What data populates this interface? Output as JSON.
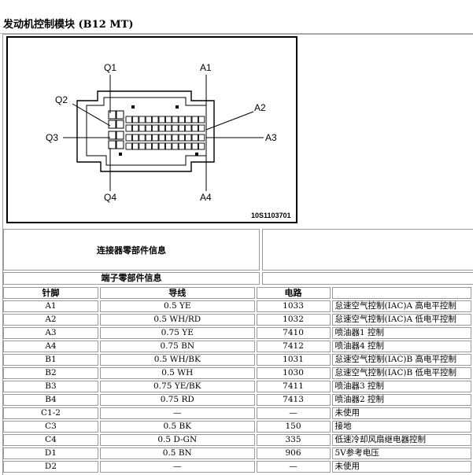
{
  "page_title": "发动机控制模块 (B12 MT)",
  "diagram": {
    "figure_id": "10S1103701",
    "labels": {
      "q1": "Q1",
      "q2": "Q2",
      "q3": "Q3",
      "q4": "Q4",
      "a1": "A1",
      "a2": "A2",
      "a3": "A3",
      "a4": "A4"
    }
  },
  "connector_info": {
    "heading": "连接器零部件信息"
  },
  "terminal_info": {
    "heading": "端子零部件信息"
  },
  "table": {
    "headers": {
      "pin": "针脚",
      "wire": "导线",
      "circuit": "电路",
      "function": ""
    },
    "rows": [
      {
        "pin": "A1",
        "wire": "0.5 YE",
        "circuit": "1033",
        "function": "怠速空气控制(IAC)A 高电平控制"
      },
      {
        "pin": "A2",
        "wire": "0.5 WH/RD",
        "circuit": "1032",
        "function": "怠速空气控制(IAC)A 低电平控制"
      },
      {
        "pin": "A3",
        "wire": "0.75 YE",
        "circuit": "7410",
        "function": "喷油器1 控制"
      },
      {
        "pin": "A4",
        "wire": "0.75 BN",
        "circuit": "7412",
        "function": "喷油器4 控制"
      },
      {
        "pin": "B1",
        "wire": "0.5 WH/BK",
        "circuit": "1031",
        "function": "怠速空气控制(IAC)B 高电平控制"
      },
      {
        "pin": "B2",
        "wire": "0.5 WH",
        "circuit": "1030",
        "function": "怠速空气控制(IAC)B 低电平控制"
      },
      {
        "pin": "B3",
        "wire": "0.75 YE/BK",
        "circuit": "7411",
        "function": "喷油器3 控制"
      },
      {
        "pin": "B4",
        "wire": "0.75 RD",
        "circuit": "7413",
        "function": "喷油器2 控制"
      },
      {
        "pin": "C1-2",
        "wire": "—",
        "circuit": "—",
        "function": "未使用"
      },
      {
        "pin": "C3",
        "wire": "0.5 BK",
        "circuit": "150",
        "function": "接地"
      },
      {
        "pin": "C4",
        "wire": "0.5 D-GN",
        "circuit": "335",
        "function": "低速冷却风扇继电器控制"
      },
      {
        "pin": "D1",
        "wire": "0.5 BN",
        "circuit": "906",
        "function": "5V参考电压"
      },
      {
        "pin": "D2",
        "wire": "—",
        "circuit": "—",
        "function": "未使用"
      }
    ]
  }
}
